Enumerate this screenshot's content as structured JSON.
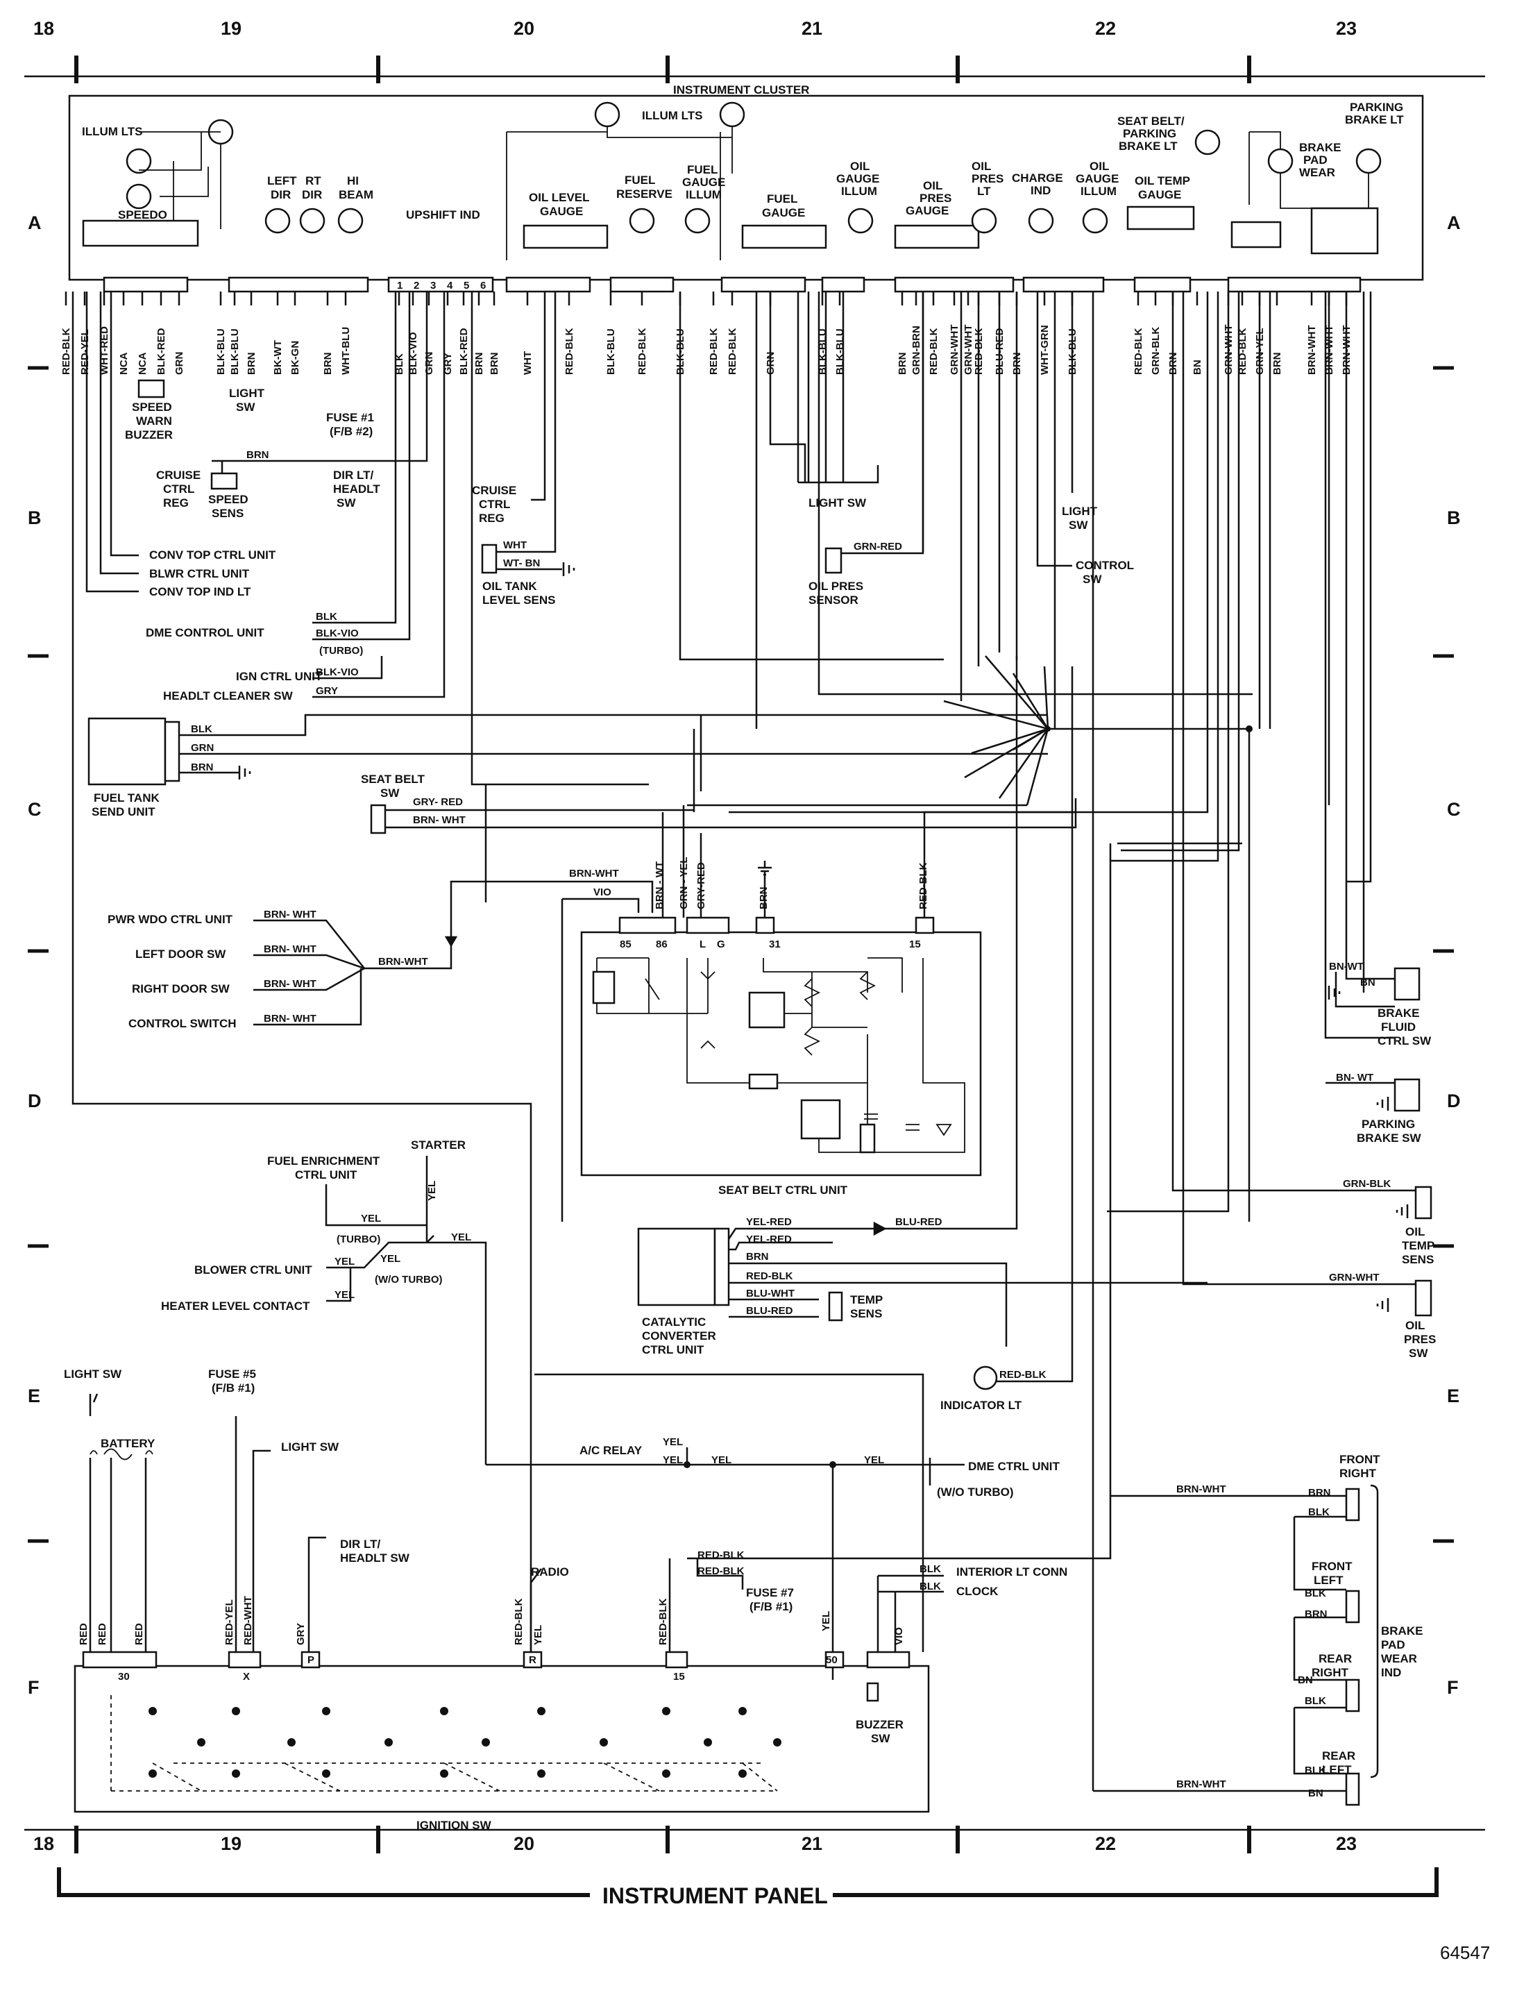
{
  "grid": {
    "columns": [
      "18",
      "19",
      "20",
      "21",
      "22",
      "23"
    ],
    "rows": [
      "A",
      "B",
      "C",
      "D",
      "E",
      "F"
    ]
  },
  "footer": {
    "title": "INSTRUMENT PANEL",
    "ref": "64547"
  },
  "cluster": {
    "title": "INSTRUMENT CLUSTER",
    "illum_lts_left": "ILLUM LTS",
    "illum_lts_center": "ILLUM LTS",
    "speedo": "SPEEDO",
    "left_dir": [
      "LEFT",
      "DIR"
    ],
    "rt_dir": [
      "RT",
      "DIR"
    ],
    "hi_beam": [
      "HI",
      "BEAM"
    ],
    "upshift_ind": "UPSHIFT IND",
    "oil_level_gauge": [
      "OIL LEVEL",
      "GAUGE"
    ],
    "fuel_reserve": [
      "FUEL",
      "RESERVE"
    ],
    "fuel_gauge_illum": [
      "FUEL",
      "GAUGE",
      "ILLUM"
    ],
    "fuel_gauge": [
      "FUEL",
      "GAUGE"
    ],
    "oil_gauge_illum_1": [
      "OIL",
      "GAUGE",
      "ILLUM"
    ],
    "oil_pres_gauge": [
      "OIL",
      "PRES",
      "GAUGE"
    ],
    "oil_pres_lt": [
      "OIL",
      "PRES",
      "LT"
    ],
    "charge_ind": [
      "CHARGE",
      "IND"
    ],
    "oil_gauge_illum_2": [
      "OIL",
      "GAUGE",
      "ILLUM"
    ],
    "oil_temp_gauge": [
      "OIL TEMP",
      "GAUGE"
    ],
    "seat_belt_parking_brake": [
      "SEAT BELT/",
      "PARKING",
      "BRAKE LT"
    ],
    "parking_brake_lt": [
      "PARKING",
      "BRAKE LT"
    ],
    "brake_pad_wear": [
      "BRAKE",
      "PAD",
      "WEAR"
    ],
    "pin_numbers": [
      "1",
      "2",
      "3",
      "4",
      "5",
      "6"
    ]
  },
  "wires_top": [
    "RED-BLK",
    "RED-YEL",
    "WHT-RED",
    "NCA",
    "NCA",
    "BLK-RED",
    "GRN",
    "BLK-BLU",
    "BLK-BLU",
    "BRN",
    "BK-WT",
    "BK-GN",
    "BRN",
    "WHT-BLU",
    "BLK",
    "BLK-VIO",
    "GRN",
    "GRY",
    "BLK-RED",
    "BRN",
    "BRN",
    "WHT",
    "RED-BLK",
    "BLK-BLU",
    "RED-BLK",
    "BLK-BLU",
    "RED-BLK",
    "RED-BLK",
    "GRN",
    "BLK-BLU",
    "BLK-BLU",
    "BRN",
    "GRN-BRN",
    "RED-BLK",
    "GRN-WHT",
    "GRN-WHT",
    "RED-BLK",
    "BLU-RED",
    "BRN",
    "WHT-GRN",
    "BLK-BLU",
    "RED-BLK",
    "GRN-BLK",
    "BRN",
    "BN",
    "GRN-WHT",
    "RED-BLK",
    "GRN-YEL",
    "BRN",
    "BRN-WHT",
    "BRN-WHT",
    "BRN-WHT"
  ],
  "left_components": {
    "speed_warn_buzzer": [
      "SPEED",
      "WARN",
      "BUZZER"
    ],
    "light_sw_a": [
      "LIGHT",
      "SW"
    ],
    "fuse1": [
      "FUSE #1",
      "(F/B #2)"
    ],
    "cruise_ctrl_reg_left": [
      "CRUISE",
      "CTRL",
      "REG"
    ],
    "speed_sens": [
      "SPEED",
      "SENS"
    ],
    "brn": "BRN",
    "dir_lt_headlt_sw_top": [
      "DIR LT/",
      "HEADLT",
      "SW"
    ],
    "conv_top_ctrl_unit": "CONV TOP CTRL UNIT",
    "blwr_ctrl_unit": "BLWR CTRL UNIT",
    "conv_top_ind_lt": "CONV TOP IND LT",
    "dme_control_unit": "DME  CONTROL UNIT",
    "dme_blk": "BLK",
    "dme_blk_vio": "BLK-VIO",
    "turbo": "(TURBO)",
    "ign_ctrl_unit": "IGN CTRL UNIT",
    "ign_blk_vio": "BLK-VIO",
    "headlt_cleaner_sw": "HEADLT CLEANER SW",
    "headlt_gry": "GRY",
    "fuel_tank_send_unit": [
      "FUEL TANK",
      "SEND UNIT"
    ],
    "ft_blk": "BLK",
    "ft_grn": "GRN",
    "ft_brn": "BRN"
  },
  "mid_components": {
    "cruise_ctrl_reg_mid": [
      "CRUISE",
      "CTRL",
      "REG"
    ],
    "oil_tank_level_sens": [
      "OIL TANK",
      "LEVEL SENS"
    ],
    "oil_wht": "WHT",
    "oil_wt_bn": "WT- BN",
    "light_sw_mid": "LIGHT SW",
    "oil_pres_sensor": [
      "OIL PRES",
      "SENSOR"
    ],
    "grn_red": "GRN-RED",
    "light_sw_right": [
      "LIGHT",
      "SW"
    ],
    "control_sw": [
      "CONTROL",
      "SW"
    ]
  },
  "seat_belt": {
    "seat_belt_sw": [
      "SEAT BELT",
      "SW"
    ],
    "gry_red": "GRY- RED",
    "brn_wht": "BRN- WHT",
    "pwr_wdo": "PWR WDO CTRL UNIT",
    "left_door": "LEFT DOOR SW",
    "right_door": "RIGHT DOOR SW",
    "control_switch": "CONTROL SWITCH",
    "bw": "BRN- WHT",
    "bw_bus": "BRN-WHT",
    "brn_wht_top": "BRN-WHT",
    "vio": "VIO",
    "w_brn_wt": "BRN - WT",
    "w_grn_yel": "GRN - YEL",
    "w_gry_red": "GRY-RED",
    "w_brn": "BRN",
    "w_red_blk": "RED-BLK",
    "pins": [
      "85",
      "86",
      "L",
      "G",
      "31",
      "15"
    ],
    "unit_title": "SEAT BELT CTRL UNIT"
  },
  "right_components": {
    "brake_fluid_ctrl_sw": [
      "BRAKE",
      "FLUID",
      "CTRL SW"
    ],
    "bn_wt_1": "BN-WT",
    "bn_1": "BN",
    "parking_brake_sw": [
      "PARKING",
      "BRAKE SW"
    ],
    "bn_wt_2": "BN- WT",
    "oil_temp_sens": [
      "OIL",
      "TEMP",
      "SENS"
    ],
    "grn_blk": "GRN-BLK",
    "oil_pres_sw": [
      "OIL",
      "PRES",
      "SW"
    ],
    "grn_wht": "GRN-WHT"
  },
  "lower_components": {
    "fuel_enrichment": [
      "FUEL ENRICHMENT",
      "CTRL UNIT"
    ],
    "starter": "STARTER",
    "starter_yel": "YEL",
    "yel_a": "YEL",
    "turbo_b": "(TURBO)",
    "yel_b": "YEL",
    "yel_c": "YEL",
    "blower_ctrl_unit": "BLOWER CTRL UNIT",
    "blower_yel": "YEL",
    "w_o_turbo": "(W/O TURBO)",
    "heater_level": "HEATER LEVEL  CONTACT",
    "heater_yel": "YEL",
    "catalytic": [
      "CATALYTIC",
      "CONVERTER",
      "CTRL UNIT"
    ],
    "cat_wires": [
      "YEL-RED",
      "YEL-RED",
      "BRN",
      "RED-BLK",
      "BLU-WHT",
      "BLU-RED"
    ],
    "blu_red": "BLU-RED",
    "temp_sens": [
      "TEMP",
      "SENS"
    ],
    "indicator_lt": "INDICATOR LT",
    "indicator_red_blk": "RED-BLK",
    "light_sw_e": "LIGHT SW",
    "fuse5": [
      "FUSE #5",
      "(F/B #1)"
    ],
    "battery": "BATTERY",
    "light_sw_f": "LIGHT SW",
    "ac_relay": "A/C RELAY",
    "ac_yel1": "YEL",
    "ac_yel2": "YEL",
    "ac_yel3": "YEL",
    "ac_yel4": "YEL",
    "dme_ctrl_unit": "DME CTRL UNIT",
    "w_o_turbo_2": "(W/O TURBO)",
    "dir_lt_headlt_sw": [
      "DIR LT/",
      "HEADLT SW"
    ],
    "radio": "RADIO",
    "red_blk_1": "RED-BLK",
    "red_blk_2": "RED-BLK",
    "fuse7": [
      "FUSE #7",
      "(F/B #1)"
    ],
    "interior_lt": "INTERIOR LT CONN",
    "clock": "CLOCK",
    "blk_1": "BLK",
    "blk_2": "BLK"
  },
  "ignition": {
    "title": "IGNITION SW",
    "terminal_labels": [
      "30",
      "X",
      "P",
      "R",
      "15",
      "50"
    ],
    "wire_labels": [
      "RED",
      "RED",
      "RED",
      "RED-YEL",
      "RED-WHT",
      "GRY",
      "RED-BLK",
      "YEL",
      "RED-BLK",
      "YEL",
      "VIO"
    ],
    "buzzer_sw": [
      "BUZZER",
      "SW"
    ]
  },
  "brake_pad_wear": {
    "front_right": [
      "FRONT",
      "RIGHT"
    ],
    "front_left": [
      "FRONT",
      "LEFT"
    ],
    "rear_right": [
      "REAR",
      "RIGHT"
    ],
    "rear_left": [
      "REAR",
      "LEFT"
    ],
    "title": [
      "BRAKE",
      "PAD",
      "WEAR",
      "IND"
    ],
    "brn_wht_1": "BRN-WHT",
    "brn_wht_2": "BRN-WHT",
    "pad_wires": [
      "BRN",
      "BLK",
      "BLK",
      "BRN",
      "BN",
      "BLK",
      "BLK",
      "BN"
    ]
  }
}
